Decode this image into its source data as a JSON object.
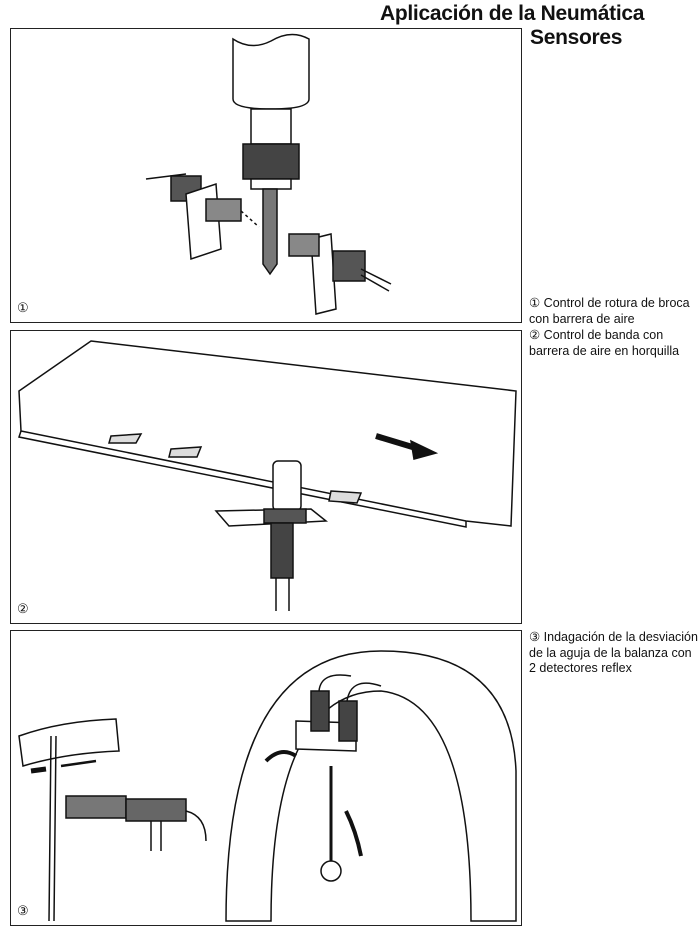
{
  "header": {
    "title_line1": "Aplicación de la Neumática",
    "title_line2": "Sensores"
  },
  "panels": [
    {
      "number": "①"
    },
    {
      "number": "②"
    },
    {
      "number": "③"
    }
  ],
  "captions": [
    {
      "text": "① Control de rotura de broca con barrera de aire"
    },
    {
      "text": "② Control de banda con barrera de aire en horquilla"
    },
    {
      "text": "③ Indagación de la desviación de la aguja de la balanza con 2 detectores reflex"
    }
  ]
}
